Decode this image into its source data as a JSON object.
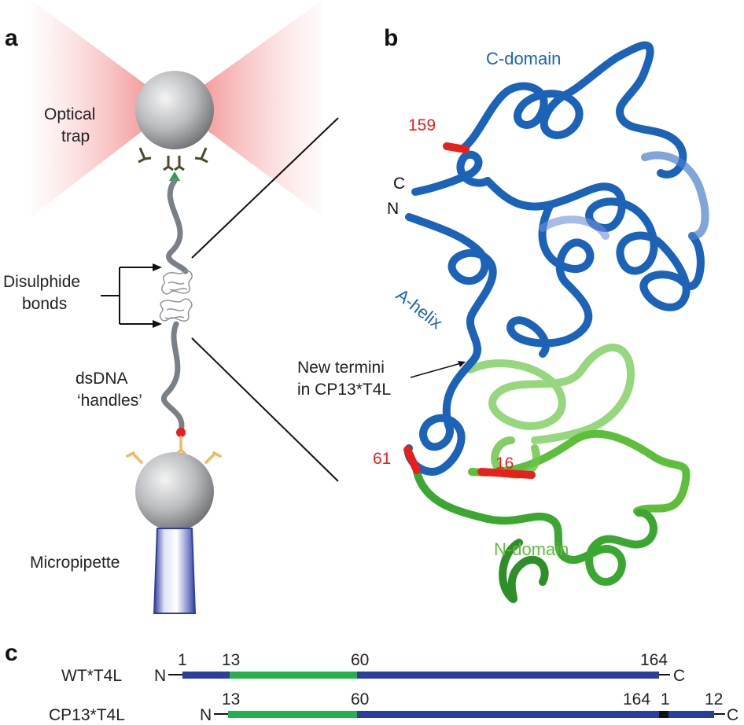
{
  "panels": {
    "a": "a",
    "b": "b",
    "c": "c"
  },
  "panel_a": {
    "optical_trap": [
      "Optical",
      "trap"
    ],
    "disulphide": [
      "Disulphide",
      "bonds"
    ],
    "dsdna": [
      "dsDNA",
      "‘handles’"
    ],
    "micropipette": "Micropipette"
  },
  "panel_b": {
    "c_domain": "C-domain",
    "n_domain": "N-domain",
    "a_helix": "A-helix",
    "term_c": "C",
    "term_n": "N",
    "new_termini": [
      "New termini",
      "in CP13*T4L"
    ],
    "res_159": "159",
    "res_61": "61",
    "res_16": "16"
  },
  "panel_c": {
    "rows": [
      {
        "name": "WT*T4L",
        "n_label": "N",
        "c_label": "C",
        "ticks": [
          "1",
          "13",
          "60",
          "164"
        ],
        "segments": [
          {
            "color": "#2b3d9e",
            "kind": "blue"
          },
          {
            "color": "#22b14c",
            "kind": "green"
          },
          {
            "color": "#2b3d9e",
            "kind": "blue"
          }
        ]
      },
      {
        "name": "CP13*T4L",
        "n_label": "N",
        "c_label": "C",
        "ticks": [
          "13",
          "60",
          "164",
          "1",
          "12"
        ],
        "segments": [
          {
            "color": "#22b14c",
            "kind": "green"
          },
          {
            "color": "#2b3d9e",
            "kind": "blue"
          },
          {
            "color": "#111111",
            "kind": "linker"
          },
          {
            "color": "#2b3d9e",
            "kind": "blue"
          }
        ]
      }
    ]
  },
  "colors": {
    "c_domain": "#1a63b8",
    "n_domain": "#5cbf3a",
    "highlight": "#e8201c",
    "trap_glow": "#f08080"
  }
}
